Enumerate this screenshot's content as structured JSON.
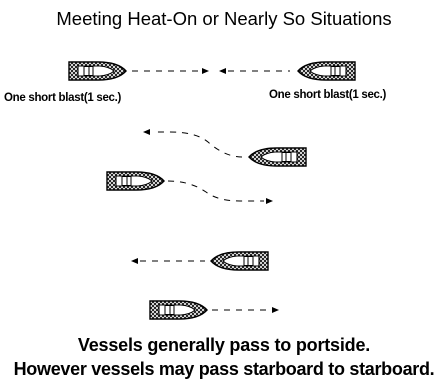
{
  "title": "Meeting Heat-On or Nearly So Situations",
  "labels": {
    "left_signal": "One short blast(1 sec.)",
    "right_signal": "One short blast(1 sec.)"
  },
  "footer": {
    "line1": "Vessels generally pass to portside.",
    "line2": "However vessels may pass starboard to starboard."
  },
  "vessels": [
    {
      "name": "vessel-head-on-left",
      "heading": "east"
    },
    {
      "name": "vessel-head-on-right",
      "heading": "west"
    },
    {
      "name": "vessel-portside-west",
      "heading": "west"
    },
    {
      "name": "vessel-portside-east",
      "heading": "east"
    },
    {
      "name": "vessel-close-west",
      "heading": "west"
    },
    {
      "name": "vessel-close-east",
      "heading": "east"
    }
  ],
  "colors": {
    "ink": "#000000",
    "background": "#ffffff"
  }
}
